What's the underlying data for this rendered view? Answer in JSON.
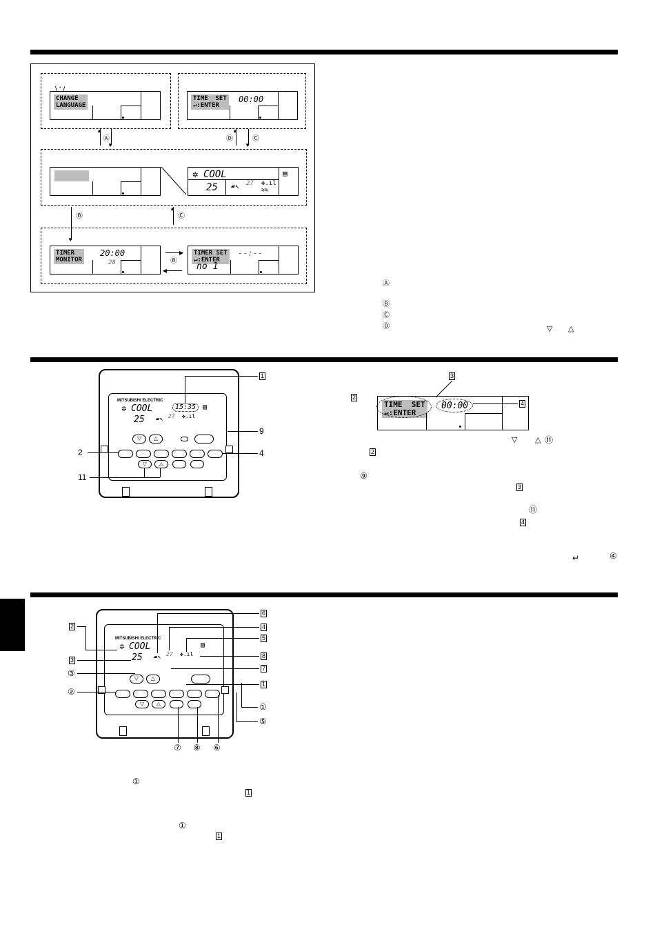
{
  "section1": {
    "lcd_change_language": "CHANGE\nLANGUAGE",
    "lcd_time_set": "TIME  SET\n↵:ENTER",
    "lcd_time_set_value": "00:00",
    "lcd_cool": "COOL",
    "lcd_set_temp": "25",
    "lcd_room_temp": "27",
    "lcd_timer_monitor": "TIMER\nMONITOR",
    "lcd_timer_monitor_time": "20:00",
    "lcd_timer_monitor_temp": "28",
    "lcd_timer_set": "TIMER SET\n↵:ENTER",
    "lcd_timer_set_value": "--:--",
    "lcd_timer_set_no": "no 1",
    "arrow_labels": [
      "Ⓐ",
      "Ⓓ",
      "Ⓒ",
      "Ⓑ",
      "Ⓒ",
      "Ⓑ"
    ],
    "legend_marks": [
      "Ⓐ",
      "Ⓑ",
      "Ⓒ",
      "Ⓓ"
    ],
    "legend_triangles": [
      "▽",
      "△"
    ]
  },
  "section2": {
    "remote_brand": "MITSUBISHI ELECTRIC",
    "remote_cool": "COOL",
    "remote_time": "15:35",
    "remote_set_temp": "25",
    "remote_room_temp": "27",
    "callouts_remote": [
      "1",
      "9",
      "2",
      "4",
      "11"
    ],
    "lcd_time_set": "TIME  SET\n↵:ENTER",
    "lcd_time_value": "00:00",
    "callouts_lcd": [
      "3",
      "2",
      "4"
    ],
    "notes": [
      "▽",
      "△",
      "⑪",
      "2",
      "⑨",
      "3",
      "⑪",
      "4",
      "↵",
      "④"
    ]
  },
  "section3": {
    "remote_brand": "MITSUBISHI ELECTRIC",
    "remote_cool": "COOL",
    "remote_set_temp": "25",
    "remote_room_temp": "27",
    "callouts_left": [
      "2",
      "3",
      "③",
      "②"
    ],
    "callouts_right": [
      "6",
      "4",
      "5",
      "8",
      "7",
      "1",
      "①",
      "⑤"
    ],
    "callouts_bottom": [
      "⑦",
      "⑧",
      "⑥"
    ],
    "notes": [
      "①",
      "1",
      "①",
      "1"
    ]
  }
}
